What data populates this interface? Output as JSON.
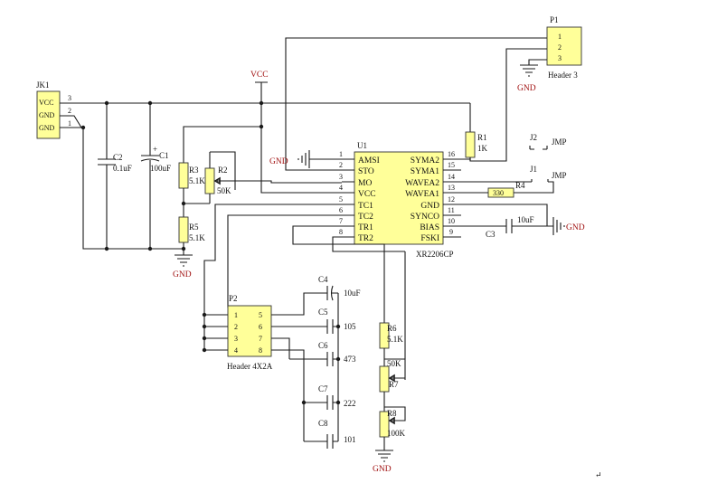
{
  "jk1": {
    "ref": "JK1",
    "pins": [
      "VCC",
      "GND",
      "GND"
    ],
    "pin_numbers": [
      "3",
      "2",
      "1"
    ]
  },
  "p1": {
    "ref": "P1",
    "pins": [
      "1",
      "2",
      "3"
    ],
    "name": "Header 3"
  },
  "u1": {
    "ref": "U1",
    "part": "XR2206CP",
    "left_pins": [
      {
        "num": "1",
        "name": "AMSI"
      },
      {
        "num": "2",
        "name": "STO"
      },
      {
        "num": "3",
        "name": "MO"
      },
      {
        "num": "4",
        "name": "VCC"
      },
      {
        "num": "5",
        "name": "TC1"
      },
      {
        "num": "6",
        "name": "TC2"
      },
      {
        "num": "7",
        "name": "TR1"
      },
      {
        "num": "8",
        "name": "TR2"
      }
    ],
    "right_pins": [
      {
        "num": "16",
        "name": "SYMA2"
      },
      {
        "num": "15",
        "name": "SYMA1"
      },
      {
        "num": "14",
        "name": "WAVEA2"
      },
      {
        "num": "13",
        "name": "WAVEA1"
      },
      {
        "num": "12",
        "name": "GND"
      },
      {
        "num": "11",
        "name": "SYNCO"
      },
      {
        "num": "10",
        "name": "BIAS"
      },
      {
        "num": "9",
        "name": "FSKI"
      }
    ]
  },
  "p2": {
    "ref": "P2",
    "name": "Header 4X2A",
    "left": [
      "1",
      "2",
      "3",
      "4"
    ],
    "right": [
      "5",
      "6",
      "7",
      "8"
    ]
  },
  "capacitors": {
    "c1": {
      "ref": "C1",
      "value": "100uF"
    },
    "c2": {
      "ref": "C2",
      "value": "0.1uF"
    },
    "c3": {
      "ref": "C3",
      "value": "10uF"
    },
    "c4": {
      "ref": "C4",
      "value": "10uF"
    },
    "c5": {
      "ref": "C5",
      "value": "105"
    },
    "c6": {
      "ref": "C6",
      "value": "473"
    },
    "c7": {
      "ref": "C7",
      "value": "222"
    },
    "c8": {
      "ref": "C8",
      "value": "101"
    }
  },
  "resistors": {
    "r1": {
      "ref": "R1",
      "value": "1K"
    },
    "r2": {
      "ref": "R2",
      "value": "50K"
    },
    "r3": {
      "ref": "R3",
      "value": "5.1K"
    },
    "r4": {
      "ref": "R4",
      "value": "330"
    },
    "r5": {
      "ref": "R5",
      "value": "5.1K"
    },
    "r6": {
      "ref": "R6",
      "value": "5.1K"
    },
    "r7": {
      "ref": "R7",
      "value": "50K"
    },
    "r8": {
      "ref": "R8",
      "value": "100K"
    }
  },
  "jumpers": {
    "j1": {
      "ref": "J1",
      "value": "JMP"
    },
    "j2": {
      "ref": "J2",
      "value": "JMP"
    }
  },
  "power": {
    "vcc": "VCC",
    "gnd": "GND"
  },
  "wire_numbers": {
    "jk_3": "3",
    "jk_2": "2",
    "jk_1": "1"
  },
  "marks": {
    "return_mark": "↵"
  },
  "colors": {
    "component_fill": "#ffff99",
    "net_label": "#a01010",
    "wire": "#1a1a1a"
  }
}
